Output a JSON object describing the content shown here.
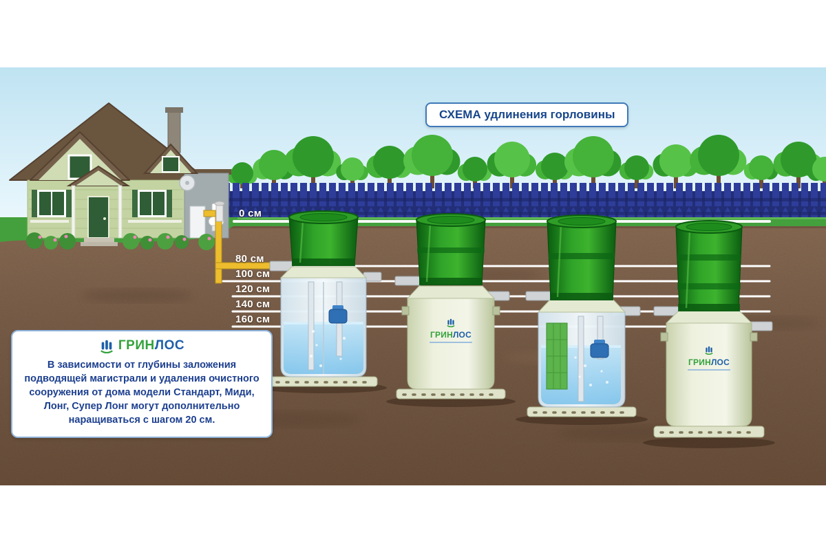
{
  "title": {
    "prefix": "СХЕМА",
    "rest": " удлинения горловины"
  },
  "depth_labels": {
    "d0": "0 см",
    "d80": "80 см",
    "d100": "100 см",
    "d120": "120 см",
    "d140": "140 см",
    "d160": "160 см"
  },
  "brand": {
    "green": "ГРИН",
    "blue": "ЛОС"
  },
  "info_text": "В зависимости от глубины заложения подводящей магистрали и удаления очистного сооружения от дома модели Стандарт, Миди, Лонг, Супер Лонг могут дополнительно наращиваться с шагом 20 см.",
  "colors": {
    "brand_green": "#33a23c",
    "brand_blue": "#1d5fa8",
    "title_blue": "#17468b",
    "fence_blue": "#2e3d99",
    "tank_lid_green": "#2fa328",
    "soil_brown": "#7b5c45",
    "pipe_yellow": "#eebd2e"
  }
}
